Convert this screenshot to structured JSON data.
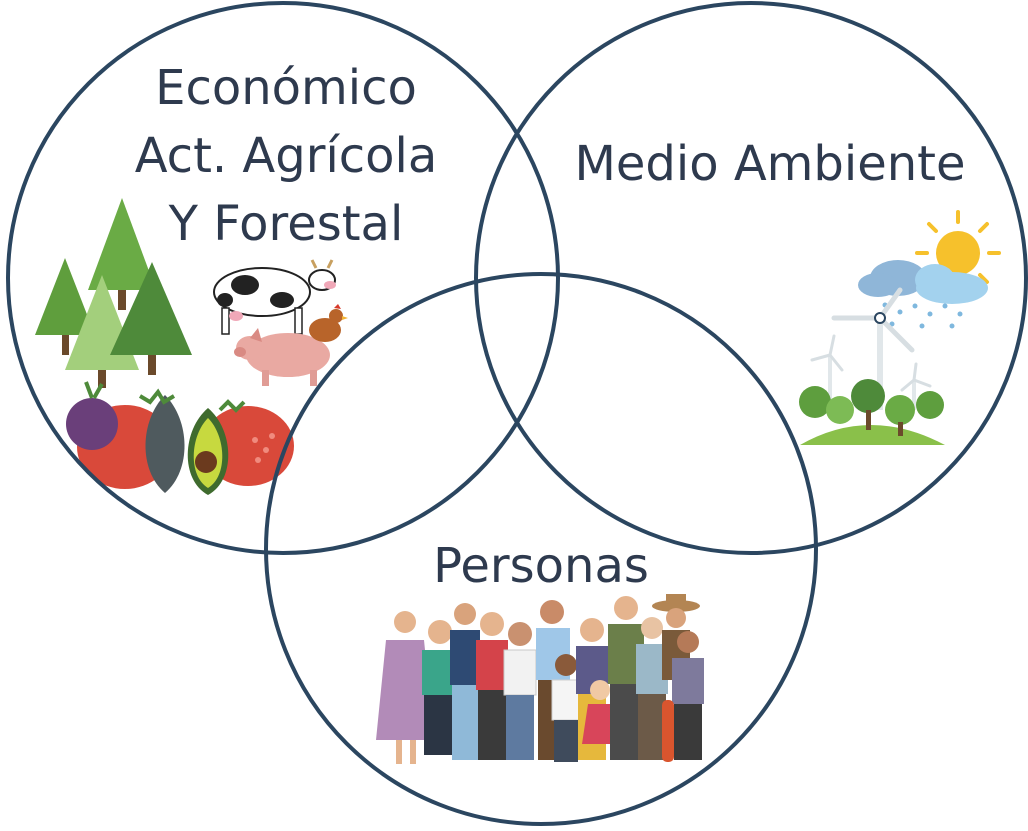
{
  "diagram": {
    "type": "venn",
    "circles": [
      {
        "id": "economico",
        "label_lines": [
          "Económico",
          "Act. Agrícola",
          "Y Forestal"
        ],
        "illustrations": [
          "pine-trees",
          "cow",
          "pig",
          "hen",
          "vegetables"
        ]
      },
      {
        "id": "medio-ambiente",
        "label_lines": [
          "Medio Ambiente"
        ],
        "illustrations": [
          "sun",
          "clouds",
          "rain",
          "wind-turbines",
          "trees"
        ]
      },
      {
        "id": "personas",
        "label_lines": [
          "Personas"
        ],
        "illustrations": [
          "group-of-people"
        ]
      }
    ]
  },
  "colors": {
    "circle_stroke": "#2b4660",
    "text": "#2e3a4e",
    "tree_dark": "#4e8a3a",
    "tree_light": "#7dbb55",
    "tomato": "#d9493a",
    "avocado_skin": "#4f5a5e",
    "avocado_flesh": "#c7d93f",
    "beet": "#6a3f7a",
    "sun": "#f6c12c",
    "cloud": "#8fc6e6",
    "grass": "#8ac04a"
  }
}
